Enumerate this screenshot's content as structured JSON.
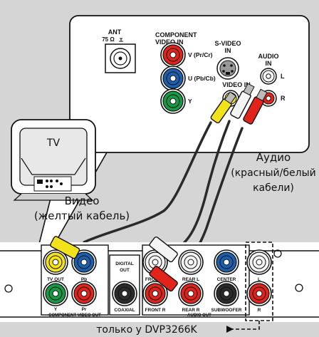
{
  "tv_back_panel": {
    "ant_label": "ANT",
    "ant_ohms": "75 Ω",
    "component_label_1": "COMPONENT",
    "component_label_2": "VIDEO IN",
    "component_pr": "V (Pr/Cr)",
    "component_pb": "U (Pb/Cb)",
    "component_y": "Y",
    "svideo_label_1": "S-VIDEO",
    "svideo_label_2": "IN",
    "video_in_label": "VIDEO IN",
    "audio_in_label_1": "AUDIO",
    "audio_in_label_2": "IN",
    "audio_l": "L",
    "audio_r": "R"
  },
  "tv": {
    "label": "TV"
  },
  "captions": {
    "video_line1": "Видео",
    "video_line2": "(желтый кабель)",
    "audio_line1": "Аудио",
    "audio_line2": "(красный/белый",
    "audio_line3": "кабели)",
    "model_note": "только у DVP3266K"
  },
  "player_panel": {
    "tv_out": "TV OUT",
    "pb": "Pb",
    "y": "Y",
    "pr": "Pr",
    "component_video_out": "COMPONENT VIDEO OUT",
    "digital_out_1": "DIGITAL",
    "digital_out_2": "OUT",
    "coaxial": "COAXIAL",
    "front_l": "FRONT L",
    "rear_l": "REAR L",
    "center": "CENTER",
    "l": "L",
    "front_r": "FRONT R",
    "rear_r": "REAR R",
    "subwoofer": "SUBWOOFER",
    "r": "R",
    "audio_out": "AUDIO OUT"
  },
  "colors": {
    "background": "#d5d5d5",
    "yellow": "#f2e21c",
    "red": "#e2231a",
    "blue": "#1b5fae",
    "green": "#169a45",
    "black_jack": "#2b2b2b"
  }
}
